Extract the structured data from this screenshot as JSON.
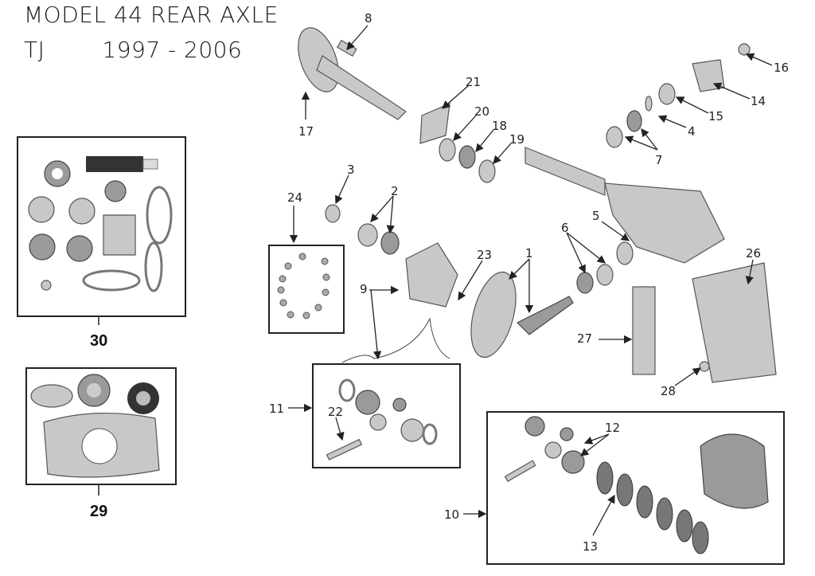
{
  "header": {
    "title": "MODEL 44  REAR AXLE",
    "model": "TJ",
    "years": "1997 - 2006"
  },
  "callouts": {
    "c1": "1",
    "c2": "2",
    "c3": "3",
    "c4": "4",
    "c5": "5",
    "c6": "6",
    "c7": "7",
    "c8": "8",
    "c9": "9",
    "c10": "10",
    "c11": "11",
    "c12": "12",
    "c13": "13",
    "c14": "14",
    "c15": "15",
    "c16": "16",
    "c17": "17",
    "c18": "18",
    "c19": "19",
    "c20": "20",
    "c21": "21",
    "c22": "22",
    "c23": "23",
    "c24": "24",
    "c26": "26",
    "c27": "27",
    "c28": "28"
  },
  "kits": {
    "k29": "29",
    "k30": "30"
  }
}
